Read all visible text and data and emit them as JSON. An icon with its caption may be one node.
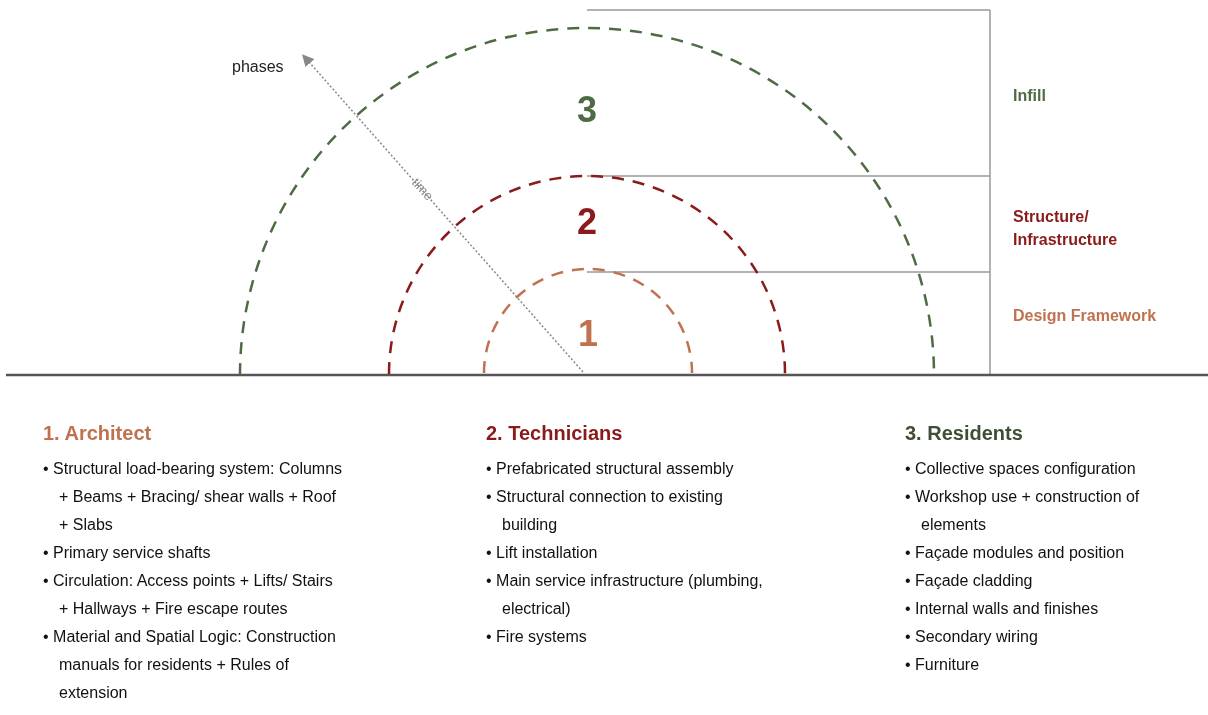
{
  "diagram": {
    "nodes": [
      {
        "text": [
          "3"
        ]
      },
      {
        "text": [
          "2"
        ],
        "in": 0
      },
      {
        "text": [
          "1"
        ],
        "in": 1
      }
    ],
    "edges": [],
    "labels": [
      "phases",
      "time",
      "Infill",
      "Structure/ Infrastructure",
      "Design Framework",
      "1. Architect",
      "• Structural load-bearing system: Columns + Beams + Bracing/ shear walls + Roof + Slabs",
      "• Primary service shafts",
      "• Circulation: Access points + Lifts/ Stairs + Hallways + Fire escape routes",
      "• Material and Spatial Logic: Construction manuals for residents + Rules of extension",
      "2. Technicians",
      "• Prefabricated structural assembly",
      "• Structural connection to existing building",
      "• Lift installation",
      "• Main service infrastructure (plumbing, electrical)",
      "• Fire systems",
      "3. Residents",
      "• Collective spaces configuration",
      "• Workshop use + construction of elements",
      "• Façade modules and position",
      "• Façade cladding",
      "• Internal walls and finishes",
      "• Secondary wiring",
      "• Furniture"
    ]
  }
}
